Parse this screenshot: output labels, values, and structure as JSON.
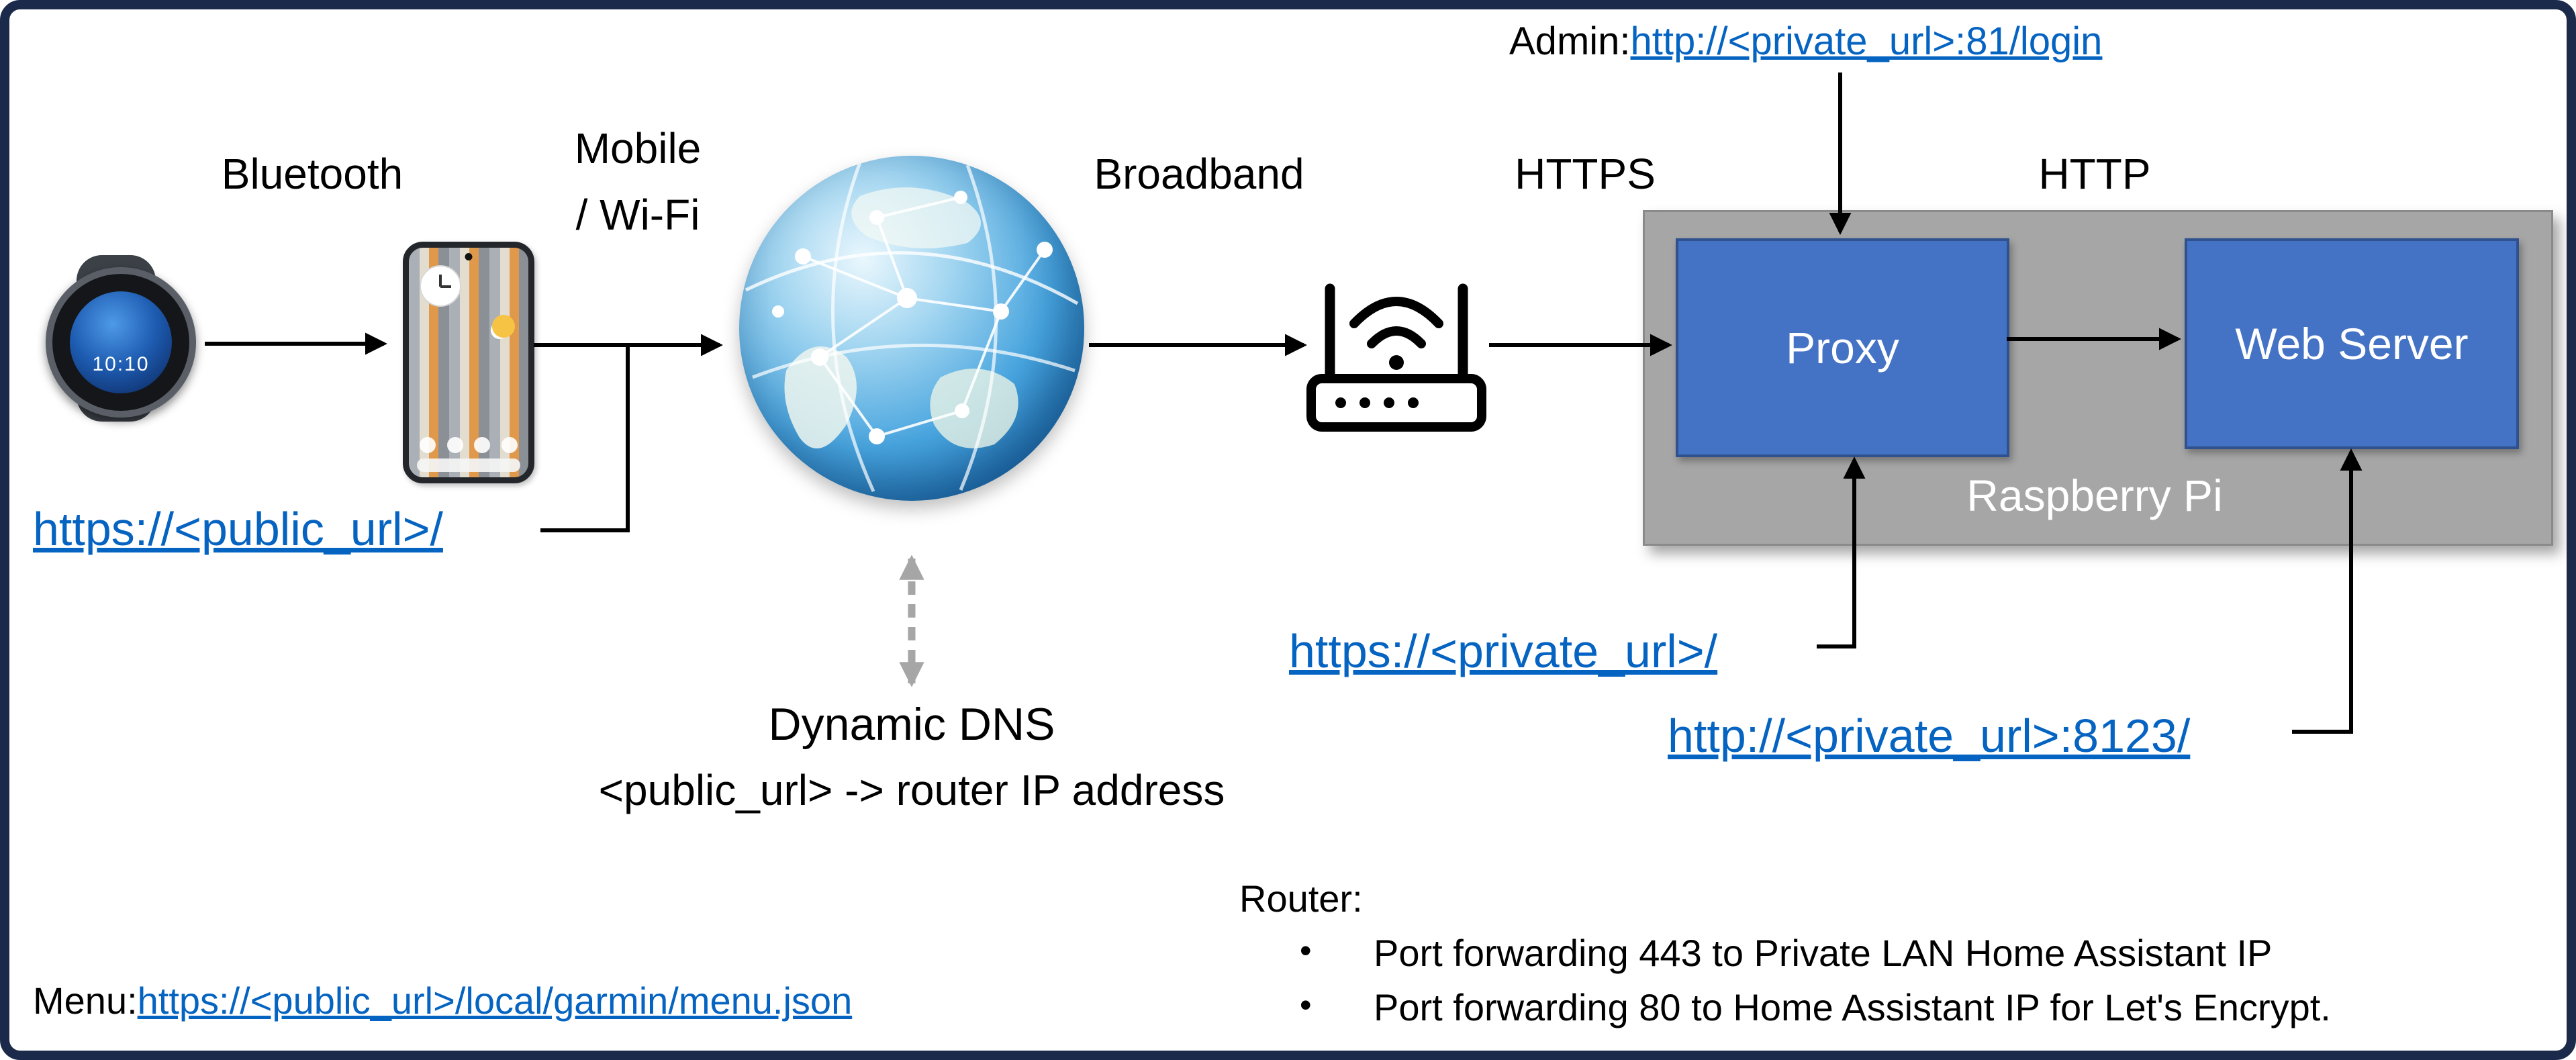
{
  "colors": {
    "link_blue": "#0563C1",
    "node_blue": "#4472C4",
    "node_border": "#2F528F",
    "pi_gray": "#A6A6A6",
    "frame_navy": "#1b2a4a"
  },
  "devices": {
    "watch": {
      "time": "10:10"
    }
  },
  "labels": {
    "bluetooth": "Bluetooth",
    "mobile_line1": "Mobile",
    "mobile_line2": "/ Wi-Fi",
    "broadband": "Broadband",
    "https": "HTTPS",
    "http": "HTTP"
  },
  "nodes": {
    "proxy": "Proxy",
    "web_server": "Web Server",
    "raspberry_pi": "Raspberry Pi"
  },
  "links": {
    "admin_prefix": "Admin: ",
    "admin_url": "http://<private_url>:81/login",
    "public_url": "https://<public_url>/",
    "private_url": "https://<private_url>/",
    "private_url_8123": "http://<private_url>:8123/",
    "menu_prefix": "Menu: ",
    "menu_url": "https://<public_url>/local/garmin/menu.json"
  },
  "dns": {
    "title": "Dynamic DNS",
    "mapping": "<public_url> -> router IP address"
  },
  "router_notes": {
    "heading": "Router:",
    "bullets": [
      "Port forwarding 443 to Private LAN Home Assistant IP",
      "Port forwarding 80 to Home Assistant IP for Let's Encrypt."
    ]
  }
}
